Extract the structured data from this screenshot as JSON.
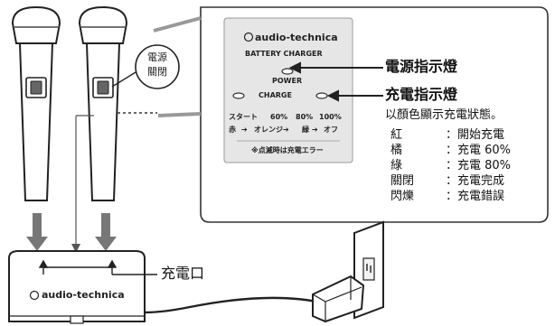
{
  "brand": "audio-technica",
  "panel": {
    "title": "BATTERY CHARGER",
    "power_label": "POWER",
    "charge_label": "CHARGE",
    "progress_row": [
      "スタート",
      "60%",
      "80%",
      "100%"
    ],
    "color_row": [
      "赤",
      "➔",
      "オレンジ➔",
      "緑",
      "➔",
      "オフ"
    ],
    "note": "※点滅時は充電エラー"
  },
  "callouts": {
    "power_switch": [
      "電源",
      "關閉"
    ],
    "power_indicator": "電源指示燈",
    "charge_indicator": "充電指示燈",
    "charge_desc": "以顏色顯示充電狀態。",
    "charge_port": "充電口"
  },
  "status_table": [
    {
      "color": "紅",
      "meaning": "：開始充電"
    },
    {
      "color": "橘",
      "meaning": "：充電 60%"
    },
    {
      "color": "綠",
      "meaning": "：充電 80%"
    },
    {
      "color": "關閉",
      "meaning": "：充電完成"
    },
    {
      "color": "閃爍",
      "meaning": "：充電錯誤"
    }
  ],
  "colors": {
    "line": "#333333",
    "panel_fill": "#e6e6e6",
    "arrow_gray": "#777777"
  }
}
